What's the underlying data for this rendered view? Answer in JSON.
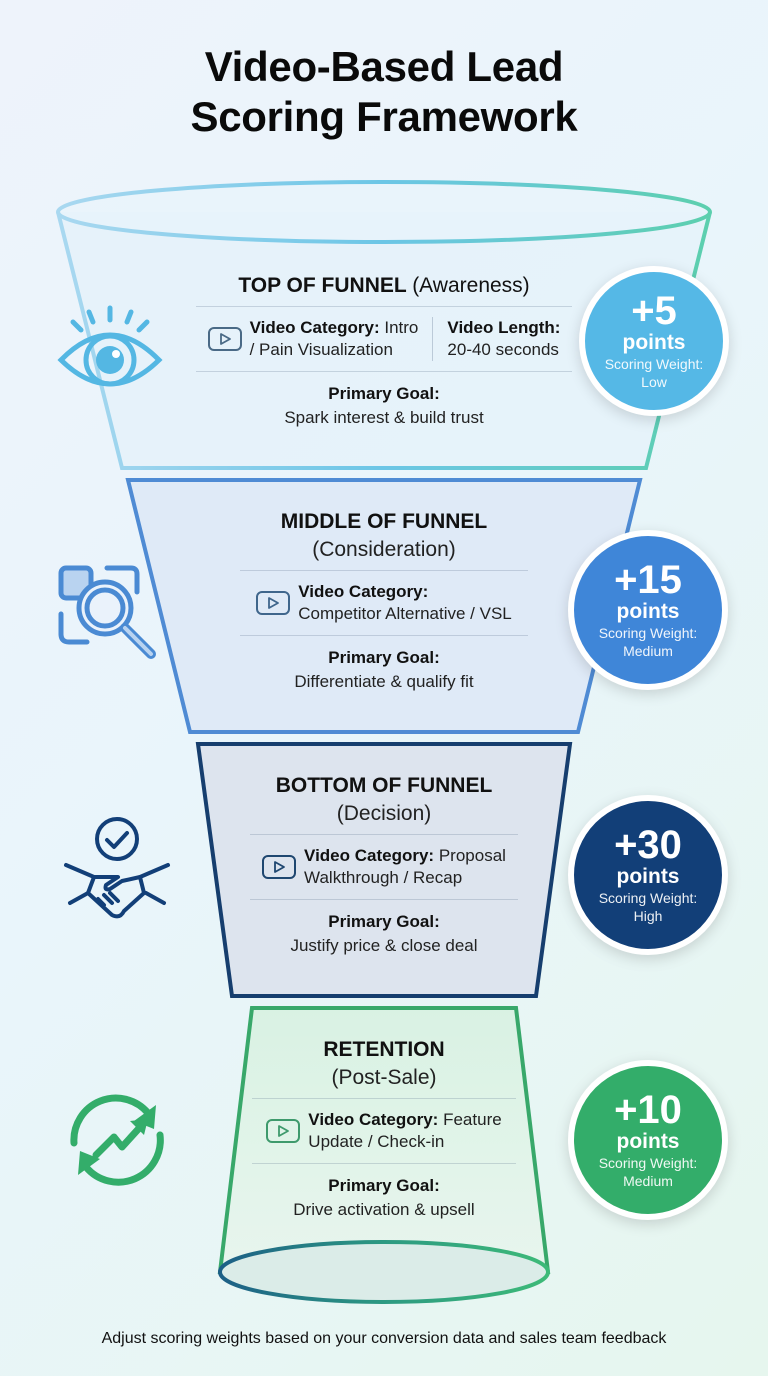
{
  "title": "Video-Based Lead Scoring Framework",
  "title_lines": [
    "Video-Based Lead",
    "Scoring Framework"
  ],
  "stages": [
    {
      "name": "TOP OF FUNNEL",
      "subtitle": "(Awareness)",
      "icon": "eye-icon",
      "video_category_label": "Video Category:",
      "video_category_value_1": "Intro",
      "video_category_value_2": "/ Pain Visualization",
      "video_length_label": "Video Length:",
      "video_length_value": "20-40 seconds",
      "goal_label": "Primary Goal:",
      "goal_value": "Spark interest & build trust",
      "points": "+5",
      "points_unit": "points",
      "weight_label": "Scoring Weight:",
      "weight_value": "Low",
      "color": "#4fb8e4"
    },
    {
      "name": "MIDDLE OF FUNNEL",
      "subtitle": "(Consideration)",
      "icon": "magnifier-scan-icon",
      "video_category_label": "Video Category:",
      "video_category_value": "Competitor Alternative / VSL",
      "goal_label": "Primary Goal:",
      "goal_value": "Differentiate & qualify fit",
      "points": "+15",
      "points_unit": "points",
      "weight_label": "Scoring Weight:",
      "weight_value": "Medium",
      "color": "#3f86d8"
    },
    {
      "name": "BOTTOM OF FUNNEL",
      "subtitle": "(Decision)",
      "icon": "handshake-check-icon",
      "video_category_label": "Video Category:",
      "video_category_value_1": "Proposal",
      "video_category_value_2": "Walkthrough / Recap",
      "goal_label": "Primary Goal:",
      "goal_value": "Justify price & close deal",
      "points": "+30",
      "points_unit": "points",
      "weight_label": "Scoring Weight:",
      "weight_value": "High",
      "color": "#123f78"
    },
    {
      "name": "RETENTION",
      "subtitle": "(Post-Sale)",
      "icon": "cycle-growth-icon",
      "video_category_label": "Video Category:",
      "video_category_value_1": "Feature",
      "video_category_value_2": "Update / Check-in",
      "goal_label": "Primary Goal:",
      "goal_value": "Drive activation & upsell",
      "points": "+10",
      "points_unit": "points",
      "weight_label": "Scoring Weight:",
      "weight_value": "Medium",
      "color": "#33ad6a"
    }
  ],
  "footer": "Adjust scoring weights based on your conversion data and sales team feedback"
}
